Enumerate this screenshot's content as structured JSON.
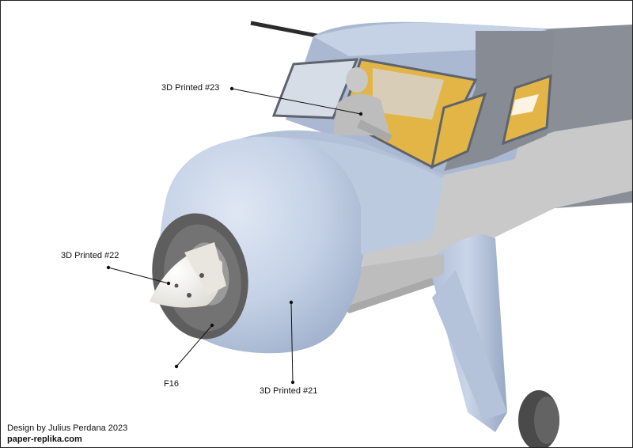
{
  "callouts": [
    {
      "id": "c23",
      "text": "3D Printed #23"
    },
    {
      "id": "c22",
      "text": "3D Printed #22"
    },
    {
      "id": "c16",
      "text": "F16"
    },
    {
      "id": "c21",
      "text": "3D Printed #21"
    }
  ],
  "credits": {
    "designer": "Design by Julius Perdana 2023",
    "website": "paper-replika.com"
  },
  "colors": {
    "cowling": "#c5d2e6",
    "fuselage_light": "#c7c7c7",
    "fuselage_dark": "#8a8f97",
    "window_interior": "#e3b546",
    "hub": "#6f6f6f",
    "spinner": "#f0efe9"
  }
}
